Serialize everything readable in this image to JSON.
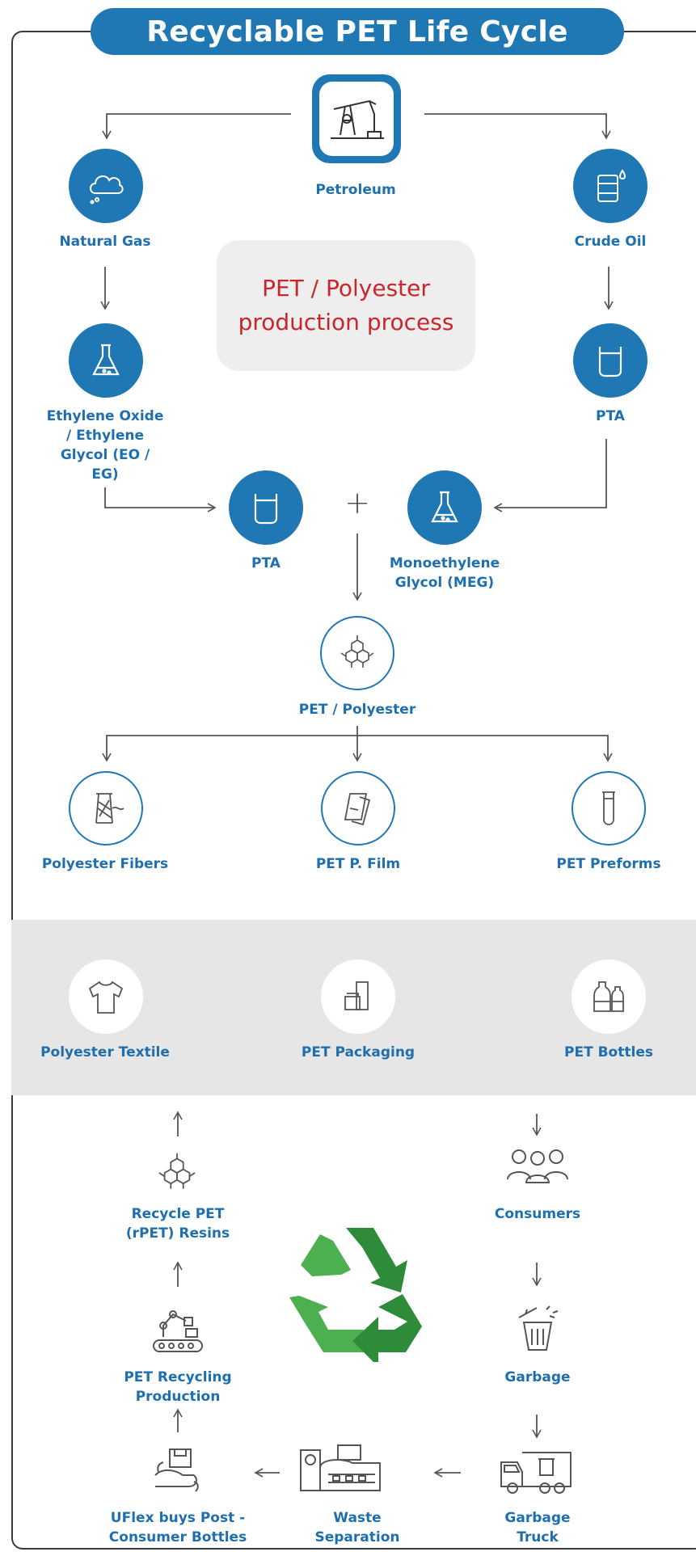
{
  "title": "Recyclable PET Life Cycle",
  "callout": "PET / Polyester\nproduction process",
  "nodes": {
    "petroleum": "Petroleum",
    "natural_gas": "Natural Gas",
    "crude_oil": "Crude Oil",
    "eo_eg": "Ethylene Oxide\n/ Ethylene\nGlycol (EO /\nEG)",
    "pta_right": "PTA",
    "pta_center": "PTA",
    "meg": "Monoethylene\nGlycol (MEG)",
    "pet_polyester": "PET / Polyester",
    "polyester_fibers": "Polyester Fibers",
    "pet_film": "PET P. Film",
    "pet_preforms": "PET Preforms",
    "polyester_textile": "Polyester Textile",
    "pet_packaging": "PET Packaging",
    "pet_bottles": "PET Bottles",
    "consumers": "Consumers",
    "garbage": "Garbage",
    "garbage_truck": "Garbage\nTruck",
    "waste_separation": "Waste\nSeparation",
    "uflex": "UFlex buys Post -\nConsumer Bottles",
    "recycling_production": "PET Recycling\nProduction",
    "rpet_resins": "Recycle PET\n(rPET) Resins"
  },
  "plus_sign": "+",
  "colors": {
    "primary": "#1f77b4",
    "label": "#1f6fae",
    "callout_text": "#c8262c",
    "band": "#e6e6e6",
    "recycle_green": "#3f9f46"
  },
  "icons": {
    "petroleum": "oil-pump-icon",
    "natural_gas": "cloud-icon",
    "crude_oil": "oil-barrel-icon",
    "eo_eg": "flask-icon",
    "pta": "beaker-icon",
    "meg": "flask-icon",
    "pet": "molecule-icon",
    "fibers": "thread-spool-icon",
    "film": "film-roll-icon",
    "preforms": "test-tube-icon",
    "textile": "tshirt-icon",
    "packaging": "package-icon",
    "bottles": "bottles-icon",
    "consumers": "people-icon",
    "garbage": "trash-bin-icon",
    "truck": "garbage-truck-icon",
    "separation": "factory-icon",
    "uflex": "hand-bottle-icon",
    "production": "robot-arm-icon",
    "resins": "molecule-icon",
    "recycle": "recycle-icon"
  }
}
